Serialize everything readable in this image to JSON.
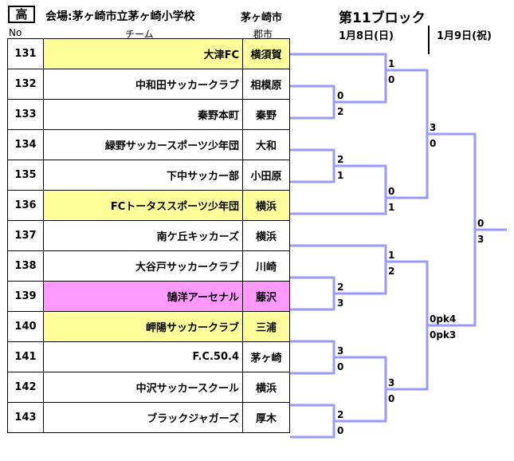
{
  "header": {
    "grade": "高",
    "venue": "会場:茅ヶ崎市立茅ヶ崎小学校",
    "city": "茅ヶ崎市",
    "block": "第11ブロック",
    "day1": "1月8日(日)",
    "day2": "1月9日(祝)",
    "col_no": "No",
    "col_team": "チーム",
    "col_city": "郡市"
  },
  "teams": [
    {
      "no": "131",
      "name": "大津FC",
      "city": "横須賀",
      "highlight": "yellow"
    },
    {
      "no": "132",
      "name": "中和田サッカークラブ",
      "city": "相模原",
      "highlight": ""
    },
    {
      "no": "133",
      "name": "秦野本町",
      "city": "秦野",
      "highlight": ""
    },
    {
      "no": "134",
      "name": "緑野サッカースポーツ少年団",
      "city": "大和",
      "highlight": ""
    },
    {
      "no": "135",
      "name": "下中サッカー部",
      "city": "小田原",
      "highlight": ""
    },
    {
      "no": "136",
      "name": "FCトータススポーツ少年団",
      "city": "横浜",
      "highlight": "yellow"
    },
    {
      "no": "137",
      "name": "南ケ丘キッカーズ",
      "city": "横浜",
      "highlight": ""
    },
    {
      "no": "138",
      "name": "大谷戸サッカークラブ",
      "city": "川崎",
      "highlight": ""
    },
    {
      "no": "139",
      "name": "鵠洋アーセナル",
      "city": "藤沢",
      "highlight": "pink"
    },
    {
      "no": "140",
      "name": "岬陽サッカークラブ",
      "city": "三浦",
      "highlight": "yellow"
    },
    {
      "no": "141",
      "name": "F.C.50.4",
      "city": "茅ヶ崎",
      "highlight": ""
    },
    {
      "no": "142",
      "name": "中沢サッカースクール",
      "city": "横浜",
      "highlight": ""
    },
    {
      "no": "143",
      "name": "ブラックジャガーズ",
      "city": "厚木",
      "highlight": ""
    }
  ],
  "scores": {
    "r1_132_133": [
      "0",
      "2"
    ],
    "r1_134_135": [
      "2",
      "1"
    ],
    "r1_137_138": [
      "1",
      "2"
    ],
    "r1_138b_139": [
      "2",
      "3"
    ],
    "r1_140_141": [
      "3",
      "0"
    ],
    "r1_142_143": [
      "2",
      "0"
    ],
    "r2_131": [
      "1",
      "0"
    ],
    "r2_136": [
      "0",
      "1"
    ],
    "r3_top": [
      "3",
      "0"
    ],
    "r3_bot": [
      "3",
      "0"
    ],
    "sf_bot": [
      "0pk4",
      "0pk3"
    ],
    "final": [
      "0",
      "3"
    ]
  },
  "colors": {
    "bracket": "#9999ff",
    "yellow": "#ffff99",
    "pink": "#ff99ff"
  }
}
